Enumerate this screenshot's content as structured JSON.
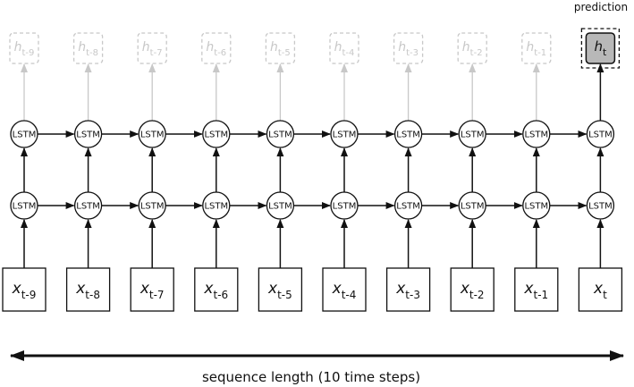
{
  "prediction_label": "prediction",
  "caption": "sequence length (10 time steps)",
  "cell_label": "LSTM",
  "colors": {
    "line": "#111111",
    "faded": "#c8c8c8",
    "final_output_fill": "#b8b8b8"
  },
  "timesteps": [
    {
      "input": {
        "base": "x",
        "sub": "t-9"
      },
      "output": {
        "base": "h",
        "sub": "t-9"
      },
      "final": false
    },
    {
      "input": {
        "base": "x",
        "sub": "t-8"
      },
      "output": {
        "base": "h",
        "sub": "t-8"
      },
      "final": false
    },
    {
      "input": {
        "base": "x",
        "sub": "t-7"
      },
      "output": {
        "base": "h",
        "sub": "t-7"
      },
      "final": false
    },
    {
      "input": {
        "base": "x",
        "sub": "t-6"
      },
      "output": {
        "base": "h",
        "sub": "t-6"
      },
      "final": false
    },
    {
      "input": {
        "base": "x",
        "sub": "t-5"
      },
      "output": {
        "base": "h",
        "sub": "t-5"
      },
      "final": false
    },
    {
      "input": {
        "base": "x",
        "sub": "t-4"
      },
      "output": {
        "base": "h",
        "sub": "t-4"
      },
      "final": false
    },
    {
      "input": {
        "base": "x",
        "sub": "t-3"
      },
      "output": {
        "base": "h",
        "sub": "t-3"
      },
      "final": false
    },
    {
      "input": {
        "base": "x",
        "sub": "t-2"
      },
      "output": {
        "base": "h",
        "sub": "t-2"
      },
      "final": false
    },
    {
      "input": {
        "base": "x",
        "sub": "t-1"
      },
      "output": {
        "base": "h",
        "sub": "t-1"
      },
      "final": false
    },
    {
      "input": {
        "base": "x",
        "sub": "t"
      },
      "output": {
        "base": "h",
        "sub": "t"
      },
      "final": true
    }
  ]
}
